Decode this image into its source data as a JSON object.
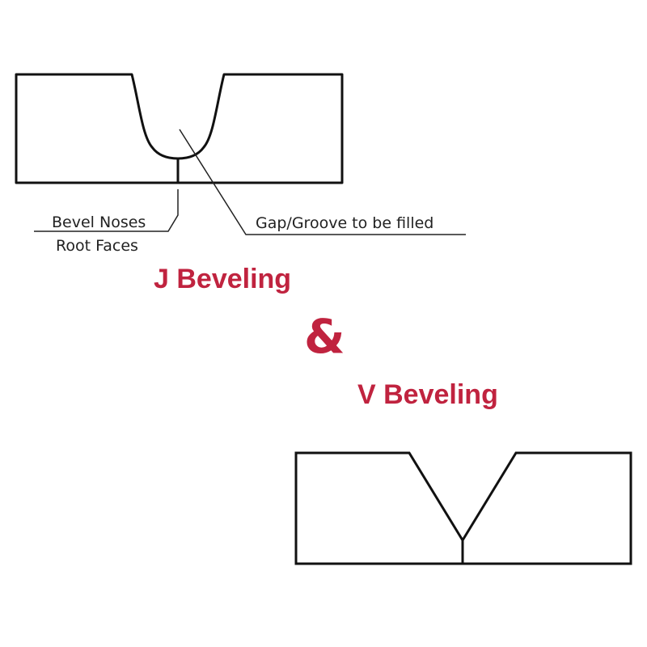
{
  "colors": {
    "accent": "#c0233f",
    "line": "#111111",
    "label": "#222222"
  },
  "j_diagram": {
    "label_bevel_noses": "Bevel Noses",
    "label_root_faces": "Root Faces",
    "label_gap_groove": "Gap/Groove to be filled"
  },
  "titles": {
    "j_beveling": "J Beveling",
    "ampersand": "&",
    "v_beveling": "V Beveling"
  }
}
